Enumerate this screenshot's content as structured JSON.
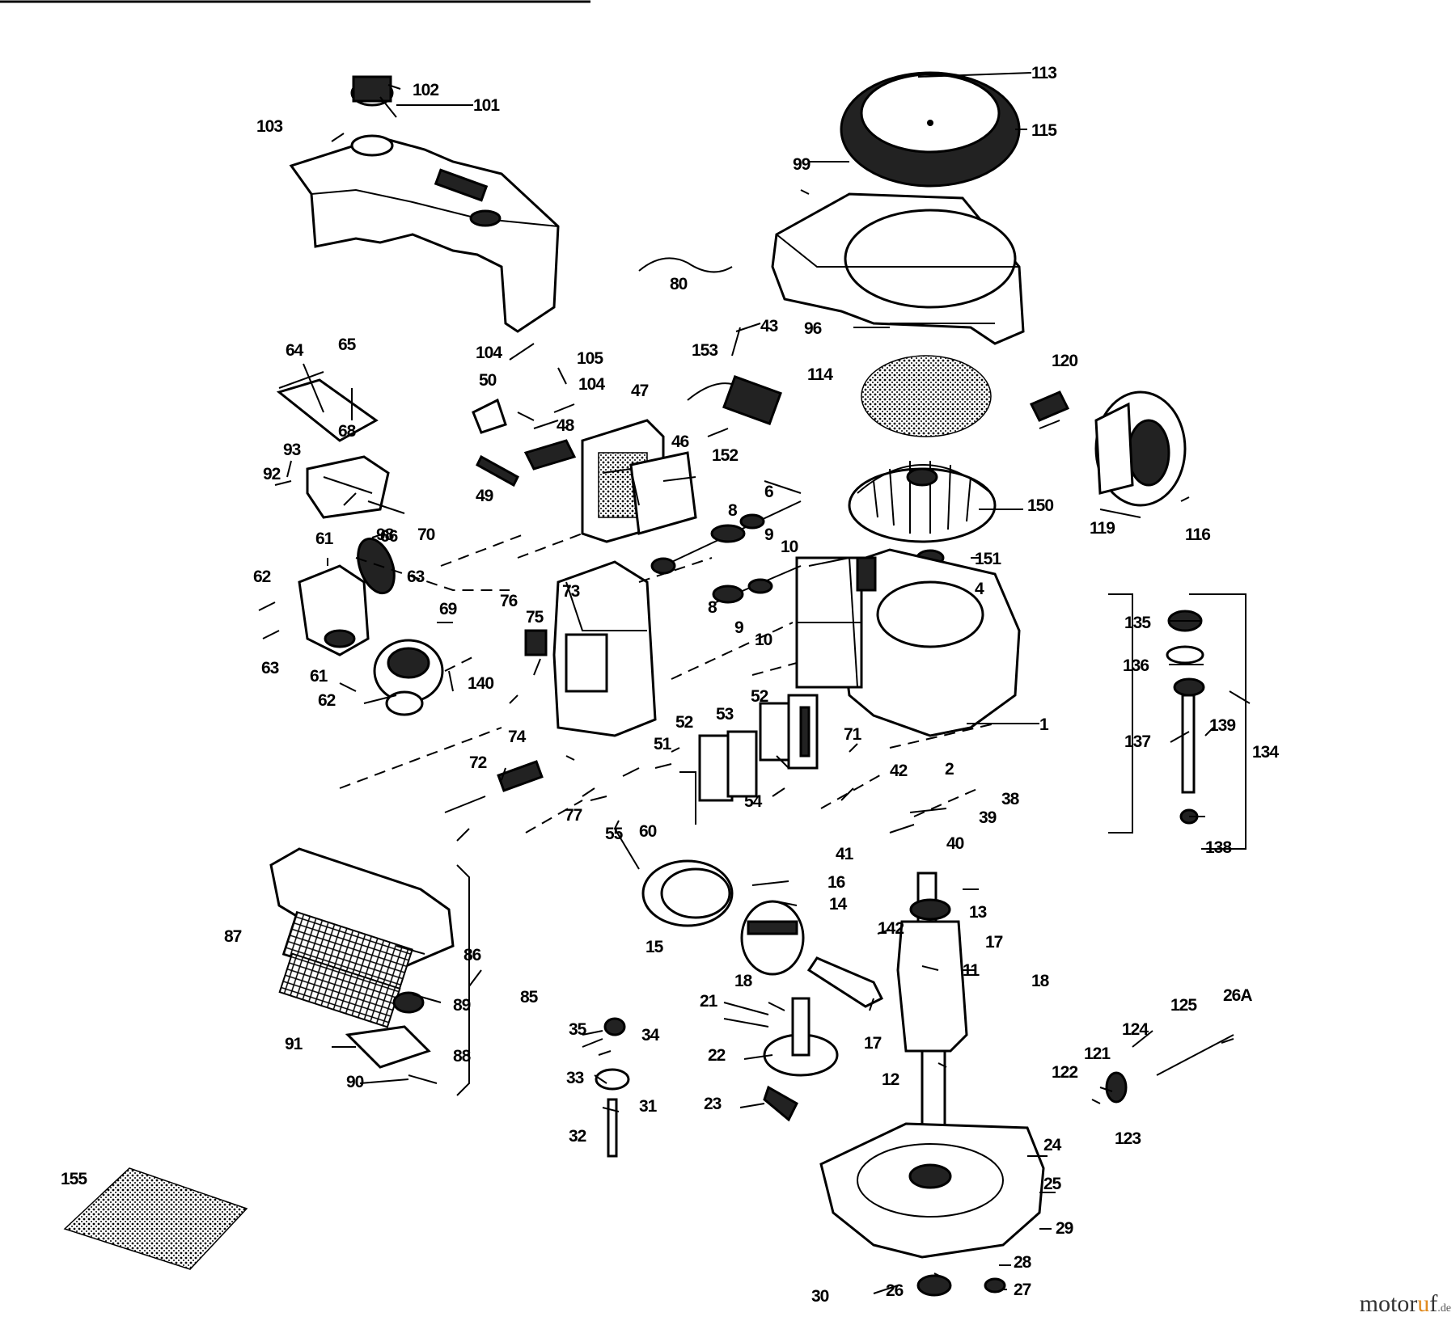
{
  "diagram": {
    "labels": {
      "l1": "1",
      "l2": "2",
      "l4": "4",
      "l6": "6",
      "l8": "8",
      "l8b": "8",
      "l9": "9",
      "l9b": "9",
      "l10": "10",
      "l10b": "10",
      "l11": "11",
      "l12": "12",
      "l13": "13",
      "l14": "14",
      "l15": "15",
      "l16": "16",
      "l17": "17",
      "l17b": "17",
      "l18": "18",
      "l18b": "18",
      "l21": "21",
      "l22": "22",
      "l23": "23",
      "l24": "24",
      "l25": "25",
      "l26": "26",
      "l26a": "26A",
      "l27": "27",
      "l28": "28",
      "l29": "29",
      "l30": "30",
      "l31": "31",
      "l32": "32",
      "l33": "33",
      "l34": "34",
      "l35": "35",
      "l38": "38",
      "l39": "39",
      "l40": "40",
      "l41": "41",
      "l42": "42",
      "l43": "43",
      "l46": "46",
      "l47": "47",
      "l48": "48",
      "l49": "49",
      "l50": "50",
      "l51": "51",
      "l52": "52",
      "l52b": "52",
      "l53": "53",
      "l54": "54",
      "l55": "55",
      "l60": "60",
      "l61": "61",
      "l61b": "61",
      "l62": "62",
      "l62b": "62",
      "l63": "63",
      "l63b": "63",
      "l64": "64",
      "l65": "65",
      "l66": "66",
      "l68": "68",
      "l69": "69",
      "l70": "70",
      "l71": "71",
      "l72": "72",
      "l73": "73",
      "l74": "74",
      "l75": "75",
      "l76": "76",
      "l77": "77",
      "l80": "80",
      "l85": "85",
      "l86": "86",
      "l87": "87",
      "l88": "88",
      "l89": "89",
      "l90": "90",
      "l91": "91",
      "l92": "92",
      "l93": "93",
      "l96": "96",
      "l98": "98",
      "l99": "99",
      "l101": "101",
      "l102": "102",
      "l103": "103",
      "l104": "104",
      "l104b": "104",
      "l105": "105",
      "l113": "113",
      "l114": "114",
      "l115": "115",
      "l116": "116",
      "l119": "119",
      "l120": "120",
      "l121": "121",
      "l122": "122",
      "l123": "123",
      "l124": "124",
      "l125": "125",
      "l134": "134",
      "l135": "135",
      "l136": "136",
      "l137": "137",
      "l138": "138",
      "l139": "139",
      "l140": "140",
      "l142": "142",
      "l150": "150",
      "l151": "151",
      "l152": "152",
      "l153": "153",
      "l155": "155"
    }
  },
  "watermark": {
    "pre": "motor",
    "accent": "u",
    "post": "f",
    "tld": ".de"
  }
}
